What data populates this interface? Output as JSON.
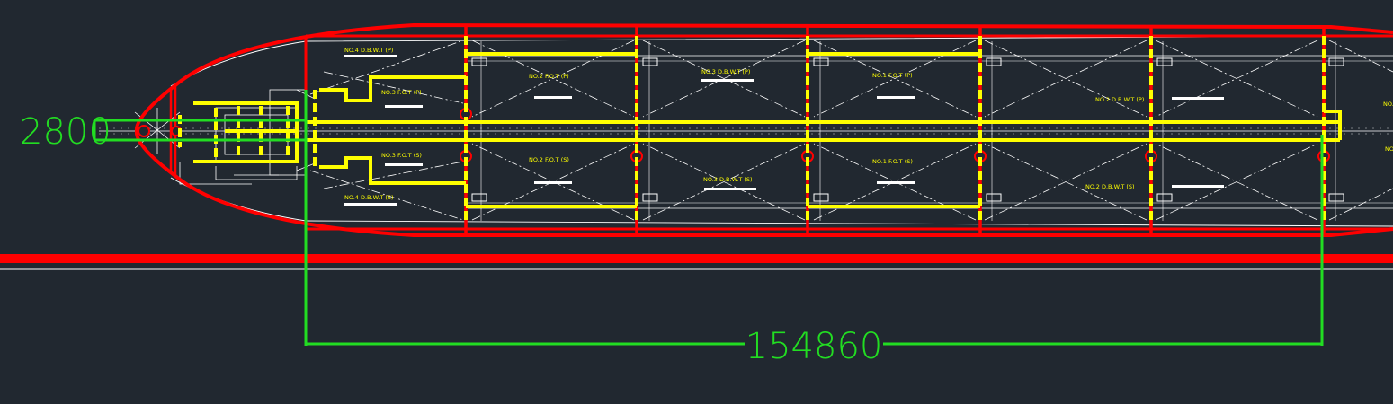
{
  "dimensions": {
    "length_label": "154860",
    "height_label": "2800"
  },
  "tanks": {
    "no4_dbwt_p": "NO.4  D.B.W.T  (P)",
    "no4_dbwt_s": "NO.4  D.B.W.T  (S)",
    "no3_fot_p": "NO.3  F.O.T  (P)",
    "no3_fot_s": "NO.3  F.O.T  (S)",
    "no2_fot_p": "NO.2  F.O.T  (P)",
    "no2_fot_s": "NO.2  F.O.T  (S)",
    "no3_dbwt_p": "NO.3  D.B.W.T  (P)",
    "no3_dbwt_s": "NO.3  D.B.W.T  (S)",
    "no1_fot_p": "NO.1  F.O.T  (P)",
    "no1_fot_s": "NO.1  F.O.T  (S)",
    "no2_dbwt_p": "NO.2  D.B.W.T  (P)",
    "no2_dbwt_s": "NO.2  D.B.W.T  (S)",
    "no1_p": "NO.",
    "no1_s": "NO."
  },
  "colors": {
    "background": "#212830",
    "hull": "#ff0000",
    "tank_boundary": "#ffff00",
    "dimension": "#22dd22",
    "linework": "#ffffff"
  }
}
